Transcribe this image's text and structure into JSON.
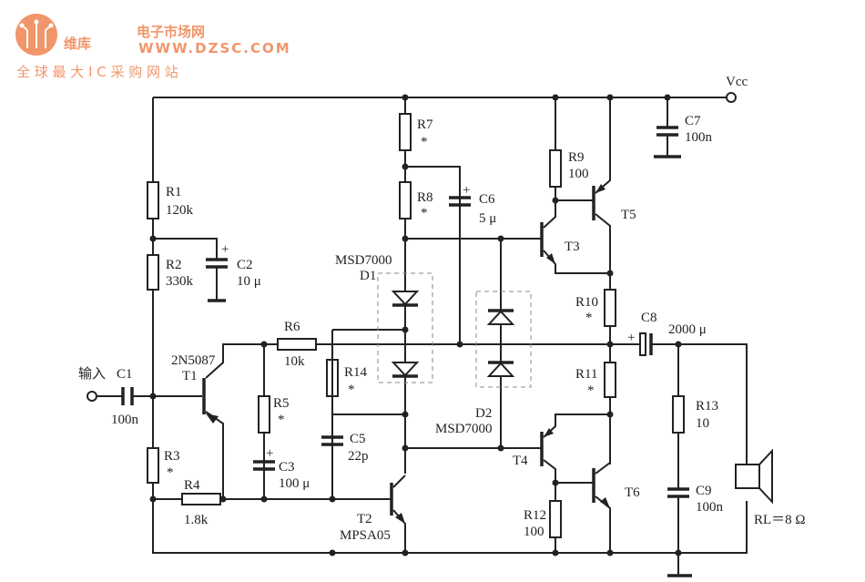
{
  "labels": {
    "vcc": "Vcc",
    "r1": "R1",
    "r1_val": "120k",
    "r2": "R2",
    "r2_val": "330k",
    "c2": "C2",
    "c2_val": "10 μ",
    "r7": "R7",
    "r7_val": "*",
    "r8": "R8",
    "r8_val": "*",
    "c6": "C6",
    "c6_val": "5 μ",
    "r9": "R9",
    "r9_val": "100",
    "t5": "T5",
    "t3": "T3",
    "c7": "C7",
    "c7_val": "100n",
    "d1_type": "MSD7000",
    "d1": "D1",
    "r10": "R10",
    "r10_val": "*",
    "c8": "C8",
    "c8_val": "2000 μ",
    "r6": "R6",
    "r6_val": "10k",
    "r14": "R14",
    "r14_val": "*",
    "r11": "R11",
    "r11_val": "*",
    "input": "输入",
    "c1": "C1",
    "c1_val": "100n",
    "t1_type": "2N5087",
    "t1": "T1",
    "r5": "R5",
    "r5_val": "*",
    "c3": "C3",
    "c3_val": "100 μ",
    "c5": "C5",
    "c5_val": "22p",
    "d2": "D2",
    "d2_type": "MSD7000",
    "t4": "T4",
    "t6": "T6",
    "r13": "R13",
    "r13_val": "10",
    "c9": "C9",
    "c9_val": "100n",
    "r3": "R3",
    "r3_val": "*",
    "r4": "R4",
    "r4_val": "1.8k",
    "t2": "T2",
    "t2_type": "MPSA05",
    "r12": "R12",
    "r12_val": "100",
    "rl": "RL＝8 Ω",
    "plus": "+"
  },
  "watermark": {
    "brand": "维库",
    "name": "电子市场网",
    "url": "WWW.DZSC.COM",
    "slogan": "全 球 最 大 I C 采 购 网 站",
    "color": "#f08a5a"
  }
}
